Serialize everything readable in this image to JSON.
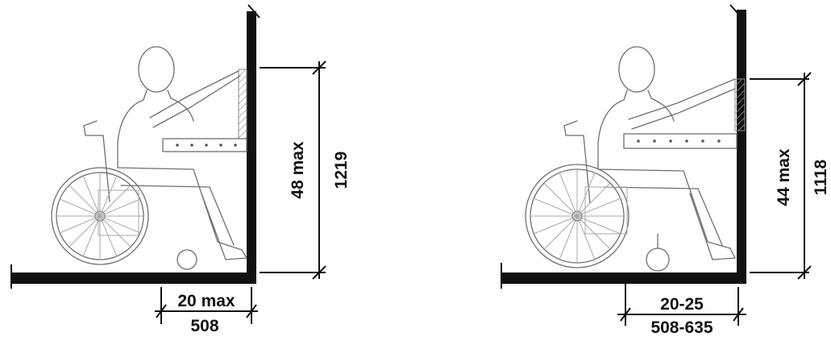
{
  "diagrams": [
    {
      "height_label": "48 max",
      "height_metric": "1219",
      "depth_label": "20 max",
      "depth_metric": "508"
    },
    {
      "height_label": "44 max",
      "height_metric": "1118",
      "depth_label": "20-25",
      "depth_metric": "508-635"
    }
  ],
  "colors": {
    "ink": "#111111",
    "sketch": "#6f6f6f",
    "hatch": "#9a9a9a"
  }
}
